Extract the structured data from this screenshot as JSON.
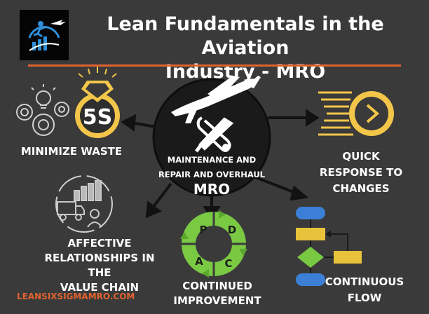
{
  "title_line1": "Lean Fundamentals in the Aviation",
  "title_line2": "Industry - MRO",
  "center_line1": "MAINTENANCE AND",
  "center_line2": "REPAIR AND OVERHAUL",
  "center_big": "MRO",
  "five_s": "5S",
  "minimize_waste": "MINIMIZE WASTE",
  "quick_line1": "QUICK",
  "quick_line2": "RESPONSE TO",
  "quick_line3": "CHANGES",
  "affective_line1": "AFFECTIVE",
  "affective_line2": "RELATIONSHIPS IN THE",
  "affective_line3": "VALUE CHAIN",
  "continued_line1": "CONTINUED",
  "continued_line2": "IMPROVEMENT",
  "flow_line1": "CONTINUOUS",
  "flow_line2": "FLOW",
  "pdca": {
    "p": "P",
    "d": "D",
    "c": "C",
    "a": "A"
  },
  "website": "LEANSIXSIGMAMRO.COM",
  "colors": {
    "background": "#3a3a3a",
    "accent": "#e0632f",
    "gold": "#f3c64a",
    "green": "#7ac943",
    "blue": "#3c7fd6",
    "yellow": "#e8c23a"
  }
}
